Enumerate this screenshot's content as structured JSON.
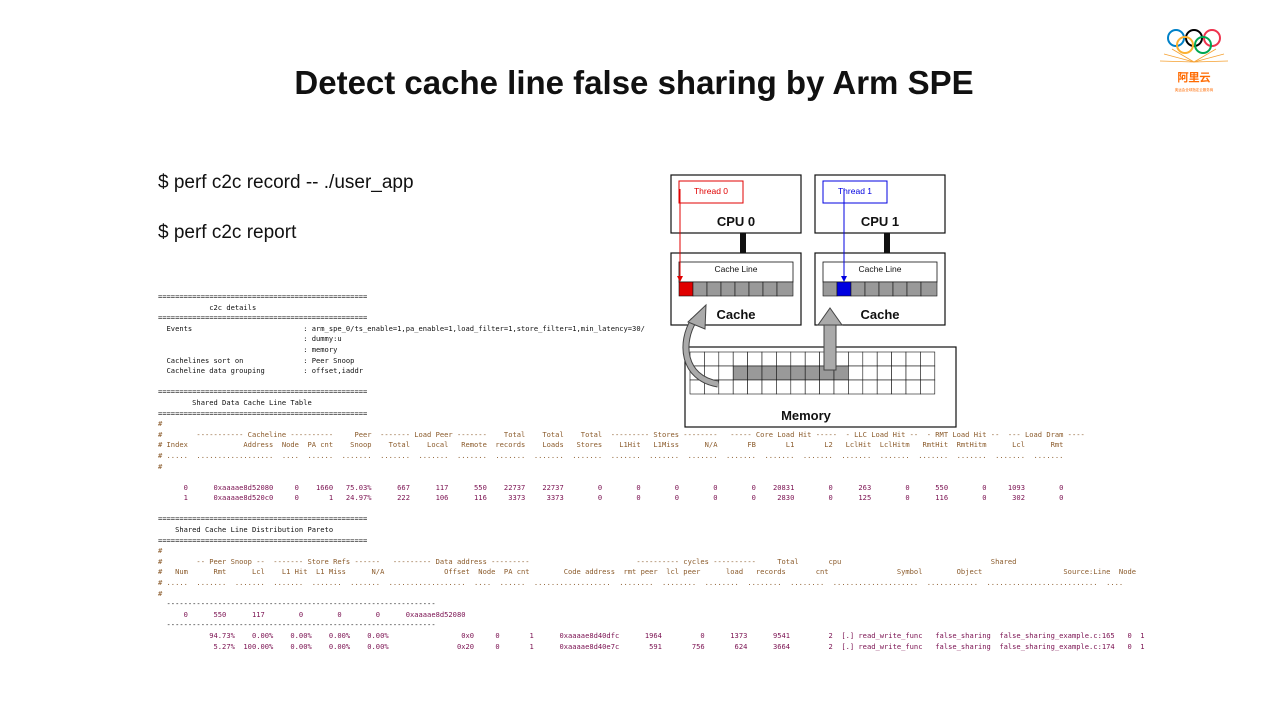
{
  "title": "Detect cache line false sharing by Arm SPE",
  "commands": [
    "$ perf c2c record -- ./user_app",
    "$ perf c2c report"
  ],
  "logo": {
    "text": "阿里云",
    "subtext": "奥运会全球指定云服务商"
  },
  "colors": {
    "thread0": "#e00000",
    "thread1": "#0000e0",
    "purple": "#7a1050",
    "brown": "#8a5a2a",
    "gray": "#a0a0a0"
  },
  "diagram": {
    "thread0": "Thread 0",
    "thread1": "Thread 1",
    "cpu0": "CPU 0",
    "cpu1": "CPU 1",
    "cacheline0": "Cache Line",
    "cacheline1": "Cache Line",
    "cache0": "Cache",
    "cache1": "Cache",
    "memory": "Memory"
  },
  "report": {
    "rule": "=================================================",
    "c2c_header": "            c2c details",
    "details": [
      "  Events                          : arm_spe_0/ts_enable=1,pa_enable=1,load_filter=1,store_filter=1,min_latency=30/",
      "                                  : dummy:u",
      "                                  : memory",
      "  Cachelines sort on              : Peer Snoop",
      "  Cacheline data grouping         : offset,iaddr"
    ],
    "table1_header": "        Shared Data Cache Line Table",
    "table1_cols": [
      "#",
      "#        ----------- Cacheline ----------     Peer  ------- Load Peer -------    Total    Total    Total  --------- Stores --------   ----- Core Load Hit -----  - LLC Load Hit --  - RMT Load Hit --  --- Load Dram ----",
      "# Index             Address  Node  PA cnt    Snoop    Total    Local   Remote  records    Loads   Stores    L1Hit   L1Miss      N/A       FB       L1       L2   LclHit  LclHitm   RmtHit  RmtHitm      Lcl      Rmt",
      "# .....  ..................  ....  ......  .......  .......  .......  .......  .......  .......  .......  .......  .......  .......  .......  .......  .......  .......  .......  .......  .......  .......  .......",
      "#"
    ],
    "table1_rows": [
      "      0      0xaaaae8d52080     0    1660   75.03%      667      117      550    22737    22737        0        0        0        0        0    20831        0      263        0      550        0     1093        0",
      "      1      0xaaaae8d520c0     0       1   24.97%      222      106      116     3373     3373        0        0        0        0        0     2830        0      125        0      116        0      302        0"
    ],
    "table2_header": "    Shared Cache Line Distribution Pareto",
    "table2_cols": [
      "#",
      "#        -- Peer Snoop --  ------- Store Refs ------   --------- Data address ---------                         ---------- cycles ----------     Total       cpu                                   Shared",
      "#   Num      Rmt      Lcl    L1 Hit  L1 Miss      N/A              Offset  Node  PA cnt        Code address  rmt peer  lcl peer      load   records       cnt                Symbol        Object                   Source:Line  Node",
      "# .....  .......  .......  .......  .......  .......  ..................  ....  ......  ..................  ........  ........  ........  ........  ........  ....................  ............  ..........................  ....",
      "#"
    ],
    "pareto_rule": "  ---------------------------------------------------------------",
    "pareto_summary": "      0      550      117        0        0        0      0xaaaae8d52080",
    "pareto_rows": [
      "            94.73%    0.00%    0.00%    0.00%    0.00%                 0x0     0       1      0xaaaae8d40dfc      1964         0      1373      9541         2  [.] read_write_func   false_sharing  false_sharing_example.c:165   0  1",
      "             5.27%  100.00%    0.00%    0.00%    0.00%                0x20     0       1      0xaaaae8d40e7c       591       756       624      3664         2  [.] read_write_func   false_sharing  false_sharing_example.c:174   0  1"
    ]
  }
}
